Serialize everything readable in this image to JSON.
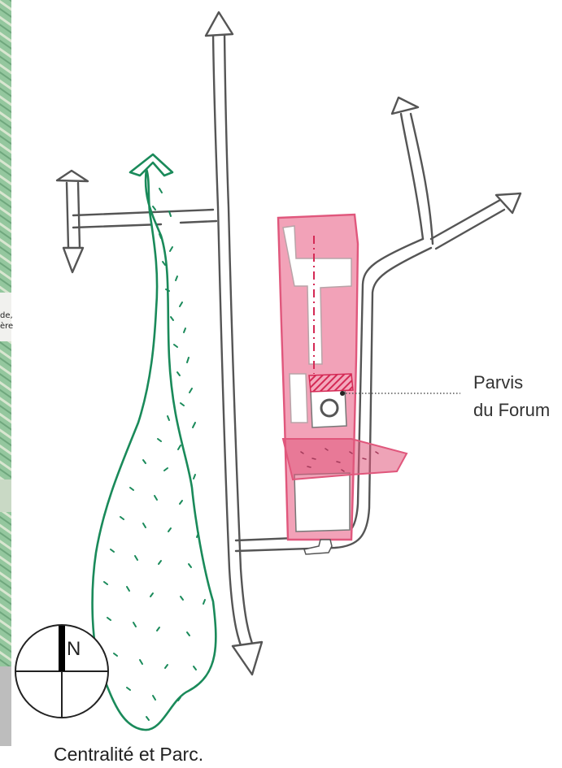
{
  "colors": {
    "road": "#555555",
    "park": "#1a8a5a",
    "forum": "#e0577c",
    "forum_fill": "#f4a9bd",
    "map_strip": "#8fc49a",
    "text": "#333333"
  },
  "map_fragment": {
    "text_lines": [
      "de,",
      "ère"
    ]
  },
  "annotation": {
    "line1": "Parvis",
    "line2": "du Forum"
  },
  "compass": {
    "letter": "N",
    "icon": "north-arrow-icon"
  },
  "caption": "Centralité et Parc."
}
